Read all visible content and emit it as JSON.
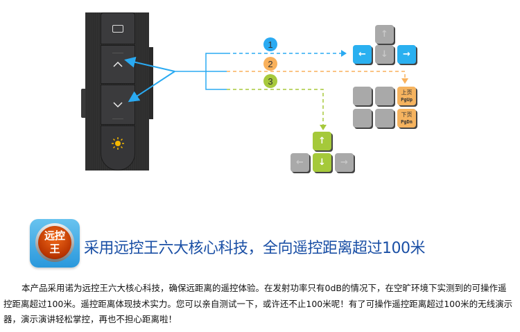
{
  "device": {
    "buttons": [
      {
        "name": "screen-button",
        "icon": "screen-icon"
      },
      {
        "name": "page-up-button",
        "icon": "chevron-up-icon",
        "glyph": "︿"
      },
      {
        "name": "page-down-button",
        "icon": "chevron-down-icon",
        "glyph": "﹀"
      },
      {
        "name": "laser-button",
        "icon": "sun-icon",
        "glyph": "☀"
      }
    ]
  },
  "callouts": [
    {
      "number": "1",
      "color": "#2aaaf2",
      "target": "arrow-keys-left-right"
    },
    {
      "number": "2",
      "color": "#f9b15c",
      "target": "page-up-page-down-keys"
    },
    {
      "number": "3",
      "color": "#a7c93c",
      "target": "arrow-keys-up-down"
    }
  ],
  "keys": {
    "group1": {
      "up": "↑",
      "left": "←",
      "down": "↓",
      "right": "→"
    },
    "group2": {
      "pgup_cn": "上页",
      "pgup_en": "PgUp",
      "pgdn_cn": "下页",
      "pgdn_en": "PgDn"
    },
    "group3": {
      "up": "↑",
      "left": "←",
      "down": "↓",
      "right": "→"
    }
  },
  "logo": {
    "line1": "远控",
    "line2": "王"
  },
  "headline": "采用远控王六大核心科技，全向遥控距离超过100米",
  "paragraph": "本产品采用诺为远控王六大核心科技，确保远距离的遥控体验。在发射功率只有0dB的情况下，在空旷环境下实测到的可操作遥控距离超过100米。遥控距离体现技术实力。您可以亲自测试一下，或许还不止100米呢！有了可操作遥控距离超过100米的无线演示器，演示演讲轻松掌控，再也不担心距离啦！",
  "colors": {
    "blue": "#2aaaf2",
    "orange": "#f9b15c",
    "green": "#a7c93c",
    "headline": "#1a4fa5"
  }
}
